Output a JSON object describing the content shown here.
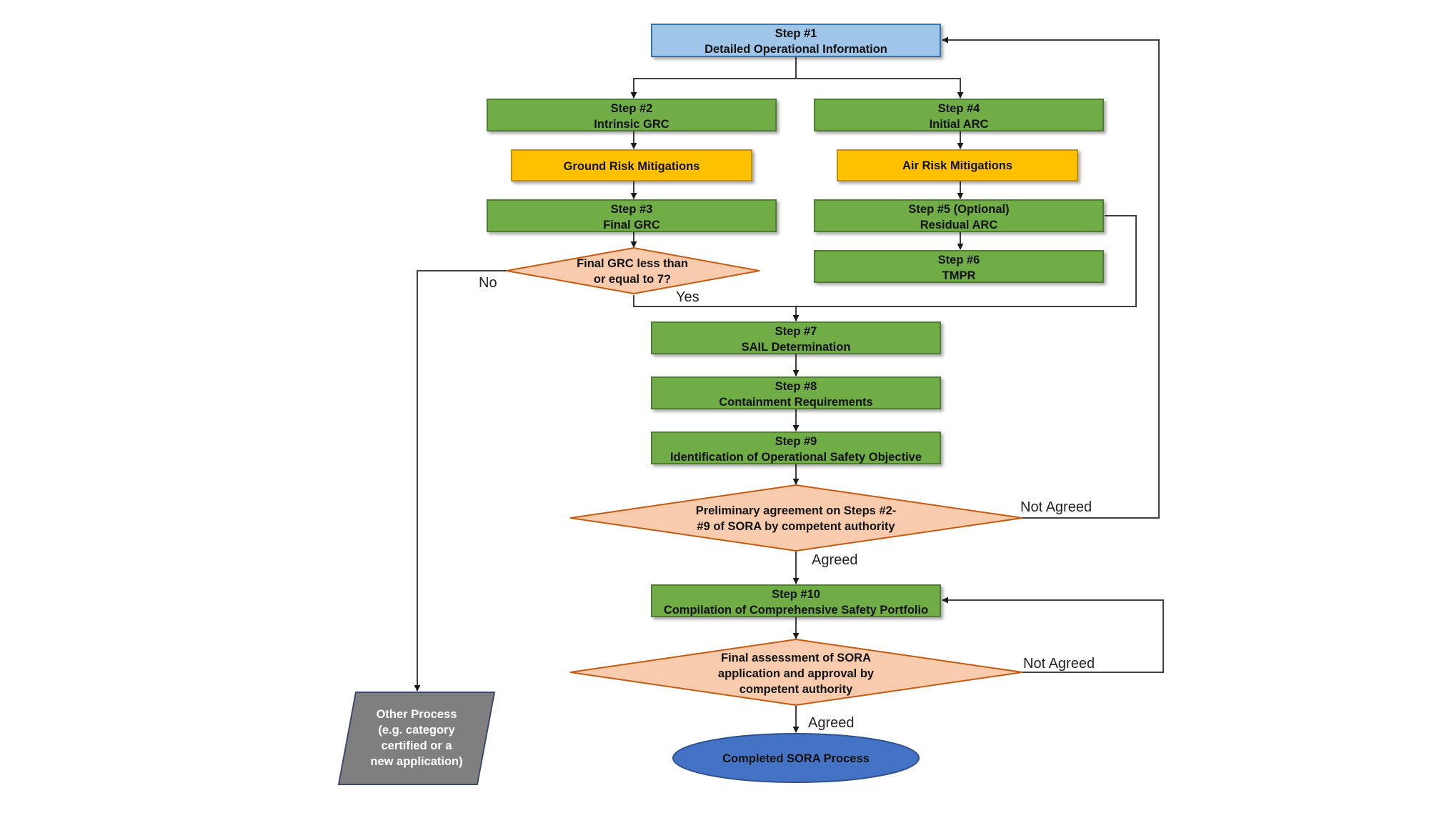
{
  "diagram": {
    "colors": {
      "step1": "#9fc5e8",
      "step1_border": "#2e75b6",
      "step": "#70ad47",
      "step_border": "#507e32",
      "mitigation": "#ffc000",
      "mitigation_border": "#c09200",
      "decision": "#f8cbad",
      "decision_border": "#c55a11",
      "other": "#7f7f7f",
      "other_border": "#3a4a6b",
      "completed": "#4472c4",
      "completed_border": "#2f528f",
      "line": "#404040"
    },
    "nodes": {
      "step1": [
        "Step #1",
        "Detailed Operational Information"
      ],
      "step2": [
        "Step #2",
        "Intrinsic GRC"
      ],
      "ground_mitigations": [
        "Ground Risk Mitigations"
      ],
      "step3": [
        "Step #3",
        "Final GRC"
      ],
      "decision_grc": [
        "Final GRC less than",
        "or equal to 7?"
      ],
      "step4": [
        "Step #4",
        "Initial ARC"
      ],
      "air_mitigations": [
        "Air Risk Mitigations"
      ],
      "step5": [
        "Step #5 (Optional)",
        "Residual ARC"
      ],
      "step6": [
        "Step #6",
        "TMPR"
      ],
      "step7": [
        "Step #7",
        "SAIL Determination"
      ],
      "step8": [
        "Step #8",
        "Containment Requirements"
      ],
      "step9": [
        "Step #9",
        "Identification of Operational Safety Objective"
      ],
      "decision_prelim": [
        "Preliminary agreement on Steps #2-",
        "#9 of SORA by competent authority"
      ],
      "step10": [
        "Step #10",
        "Compilation of Comprehensive Safety Portfolio"
      ],
      "decision_final": [
        "Final assessment of SORA",
        "application and approval by",
        "competent authority"
      ],
      "completed": [
        "Completed SORA Process"
      ],
      "other_process": [
        "Other Process",
        "(e.g. category",
        "certified or a",
        "new application)"
      ]
    },
    "edge_labels": {
      "no": "No",
      "yes": "Yes",
      "not_agreed_1": "Not Agreed",
      "agreed_1": "Agreed",
      "not_agreed_2": "Not Agreed",
      "agreed_2": "Agreed"
    }
  }
}
